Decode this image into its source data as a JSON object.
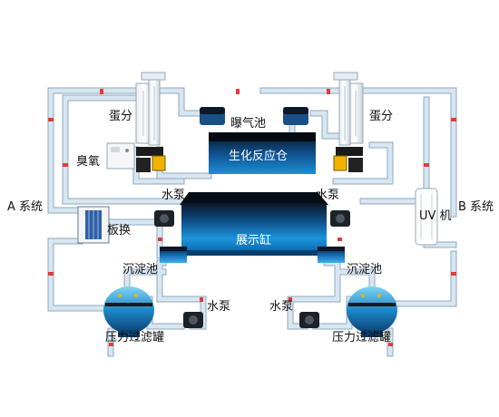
{
  "labels": {
    "system_a": "A 系统",
    "system_b": "B 系统",
    "protein_skimmer_left": "蛋分",
    "protein_skimmer_right": "蛋分",
    "ozone": "臭氧",
    "aeration_tank": "曝气池",
    "bio_reactor": "生化反应仓",
    "water_pump_left_top": "水泵",
    "water_pump_right_top": "水泵",
    "plate_heat_exchanger": "板换",
    "uv_unit": "UV 机",
    "display_tank": "展示缸",
    "sedimentation_left": "沉淀池",
    "sedimentation_right": "沉淀池",
    "water_pump_left_bottom": "水泵",
    "water_pump_right_bottom": "水泵",
    "pressure_filter_left": "压力过滤罐",
    "pressure_filter_right": "压力过滤罐"
  },
  "colors": {
    "pipe": "#c4d6e4",
    "pipe_edge": "#8ea9bf",
    "valve": "#e23a3a",
    "tank_dark": "#0b1a2a",
    "tank_blue": "#1a8fd8",
    "tank_light": "#4fc0f2"
  }
}
